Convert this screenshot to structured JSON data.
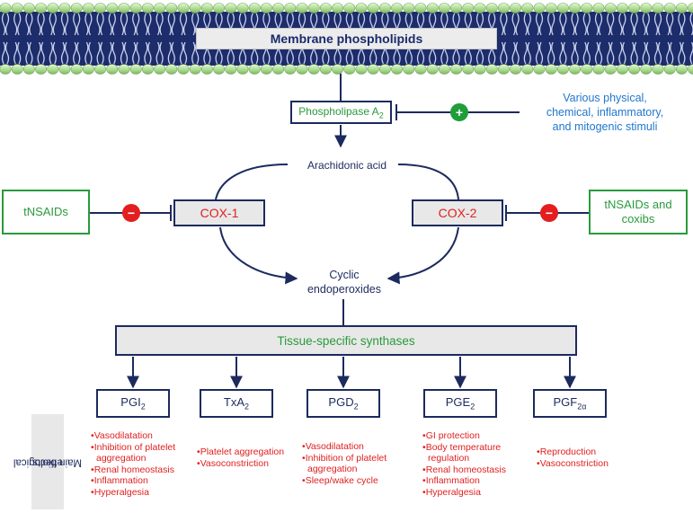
{
  "membrane": {
    "title": "Membrane phospholipids"
  },
  "phospholipase": {
    "label": "Phospholipase A",
    "sub": "2"
  },
  "stimuli": {
    "lines": [
      "Various physical,",
      "chemical, inflammatory,",
      "and mitogenic stimuli"
    ],
    "sign": "+"
  },
  "arachidonic_acid": "Arachidonic acid",
  "cox1": {
    "label": "COX-1"
  },
  "cox2": {
    "label": "COX-2"
  },
  "drug_left": {
    "lines": [
      "tNSAIDs"
    ],
    "sign": "−"
  },
  "drug_right": {
    "lines": [
      "tNSAIDs and",
      "coxibs"
    ],
    "sign": "−"
  },
  "endoperoxides": {
    "lines": [
      "Cyclic",
      "endoperoxides"
    ]
  },
  "synthases": "Tissue-specific synthases",
  "effects_label": {
    "lines": [
      "Main biological",
      "effects"
    ]
  },
  "products": [
    {
      "id": "pgi2",
      "label": "PGI",
      "sub": "2",
      "effects": [
        "Vasodilatation",
        "Inhibition of platelet aggregation",
        "Renal homeostasis",
        "Inflammation",
        "Hyperalgesia"
      ]
    },
    {
      "id": "txa2",
      "label": "TxA",
      "sub": "2",
      "effects": [
        "Platelet aggregation",
        "Vasoconstriction"
      ]
    },
    {
      "id": "pgd2",
      "label": "PGD",
      "sub": "2",
      "effects": [
        "Vasodilatation",
        "Inhibition of platelet aggregation",
        "Sleep/wake cycle"
      ]
    },
    {
      "id": "pge2",
      "label": "PGE",
      "sub": "2",
      "effects": [
        "GI protection",
        "Body temperature regulation",
        "Renal homeostasis",
        "Inflammation",
        "Hyperalgesia"
      ]
    },
    {
      "id": "pgf2a",
      "label": "PGF",
      "sub": "2α",
      "effects": [
        "Reproduction",
        "Vasoconstriction"
      ]
    }
  ],
  "colors": {
    "navy": "#1c2a5e",
    "green": "#2a9a3c",
    "red": "#e02020",
    "blue": "#2277cc",
    "gray_fill": "#e8e8e8"
  }
}
